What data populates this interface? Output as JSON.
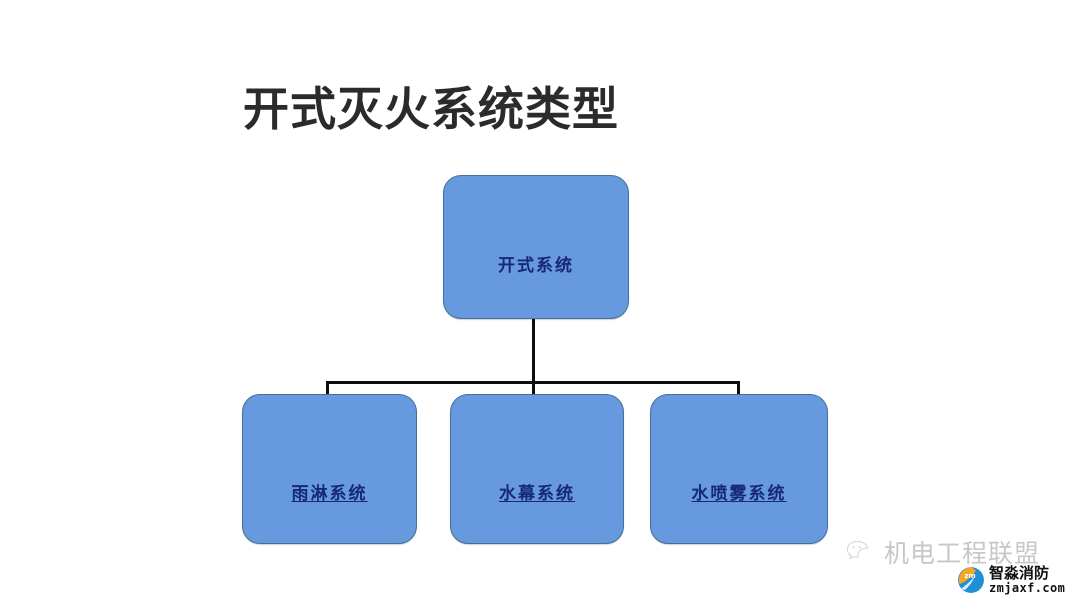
{
  "slide": {
    "title": "开式灭火系统类型",
    "background_color": "#ffffff",
    "title_color": "#2b2b2b"
  },
  "chart_data": {
    "type": "diagram",
    "diagram_kind": "org-chart",
    "title": "开式灭火系统类型",
    "node_fill_color": "#6699DD",
    "node_border_color": "#41719C",
    "node_text_color": "#17287a",
    "connector_color": "#0d0d0d",
    "root": {
      "id": "root",
      "label": "开式系统",
      "underlined": false
    },
    "children": [
      {
        "id": "child-0",
        "label": "雨淋系统",
        "underlined": true
      },
      {
        "id": "child-1",
        "label": "水幕系统",
        "underlined": true
      },
      {
        "id": "child-2",
        "label": "水喷雾系统",
        "underlined": true
      }
    ],
    "edges": [
      {
        "from": "root",
        "to": "child-0"
      },
      {
        "from": "root",
        "to": "child-1"
      },
      {
        "from": "root",
        "to": "child-2"
      }
    ]
  },
  "watermarks": {
    "wechat": {
      "icon": "wechat-icon",
      "text": "机电工程联盟",
      "color": "#9a9a9a"
    },
    "brand": {
      "icon": "zm-logo-icon",
      "name": "智淼消防",
      "url": "zmjaxf.com",
      "color": "#111111",
      "icon_colors": [
        "#1f8fd6",
        "#f5a623"
      ]
    }
  }
}
